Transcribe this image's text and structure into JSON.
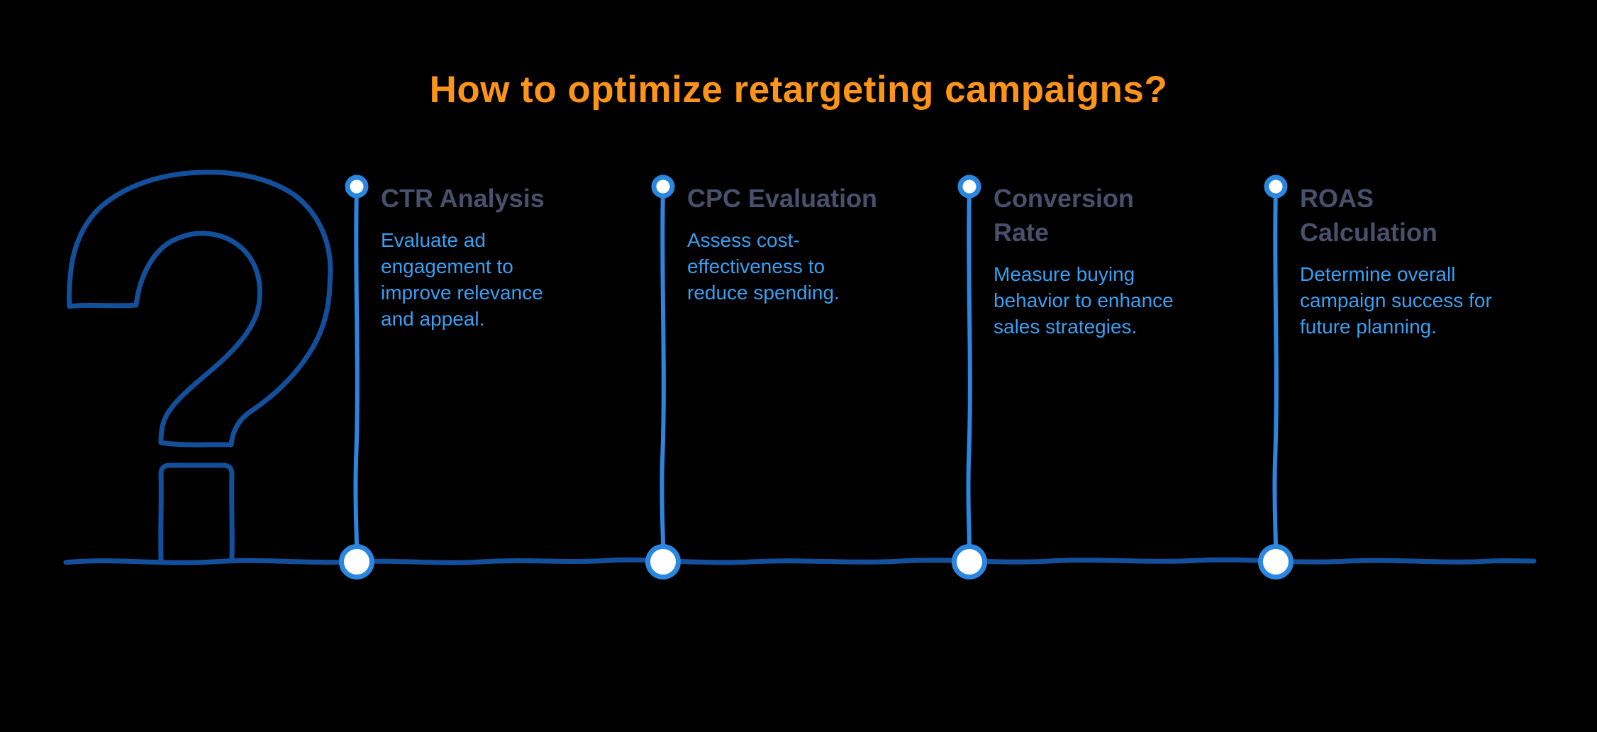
{
  "title": "How to optimize retargeting campaigns?",
  "colors": {
    "background": "#000000",
    "orange": "#fb9418",
    "slate": "#4a4f6b",
    "sky": "#38a0f2",
    "navy": "#134f9b",
    "accent": "#2b86e0",
    "node_fill": "#ffffff"
  },
  "icons": {
    "question_mark": "?"
  },
  "milestones": [
    {
      "heading": "CTR Analysis",
      "description": "Evaluate ad\nengagement to\nimprove relevance\nand appeal."
    },
    {
      "heading": "CPC Evaluation",
      "description": "Assess cost-\neffectiveness to\nreduce spending."
    },
    {
      "heading": "Conversion\nRate",
      "description": "Measure buying\nbehavior to enhance\nsales strategies."
    },
    {
      "heading": "ROAS\nCalculation",
      "description": "Determine overall\ncampaign success for\nfuture planning."
    }
  ]
}
